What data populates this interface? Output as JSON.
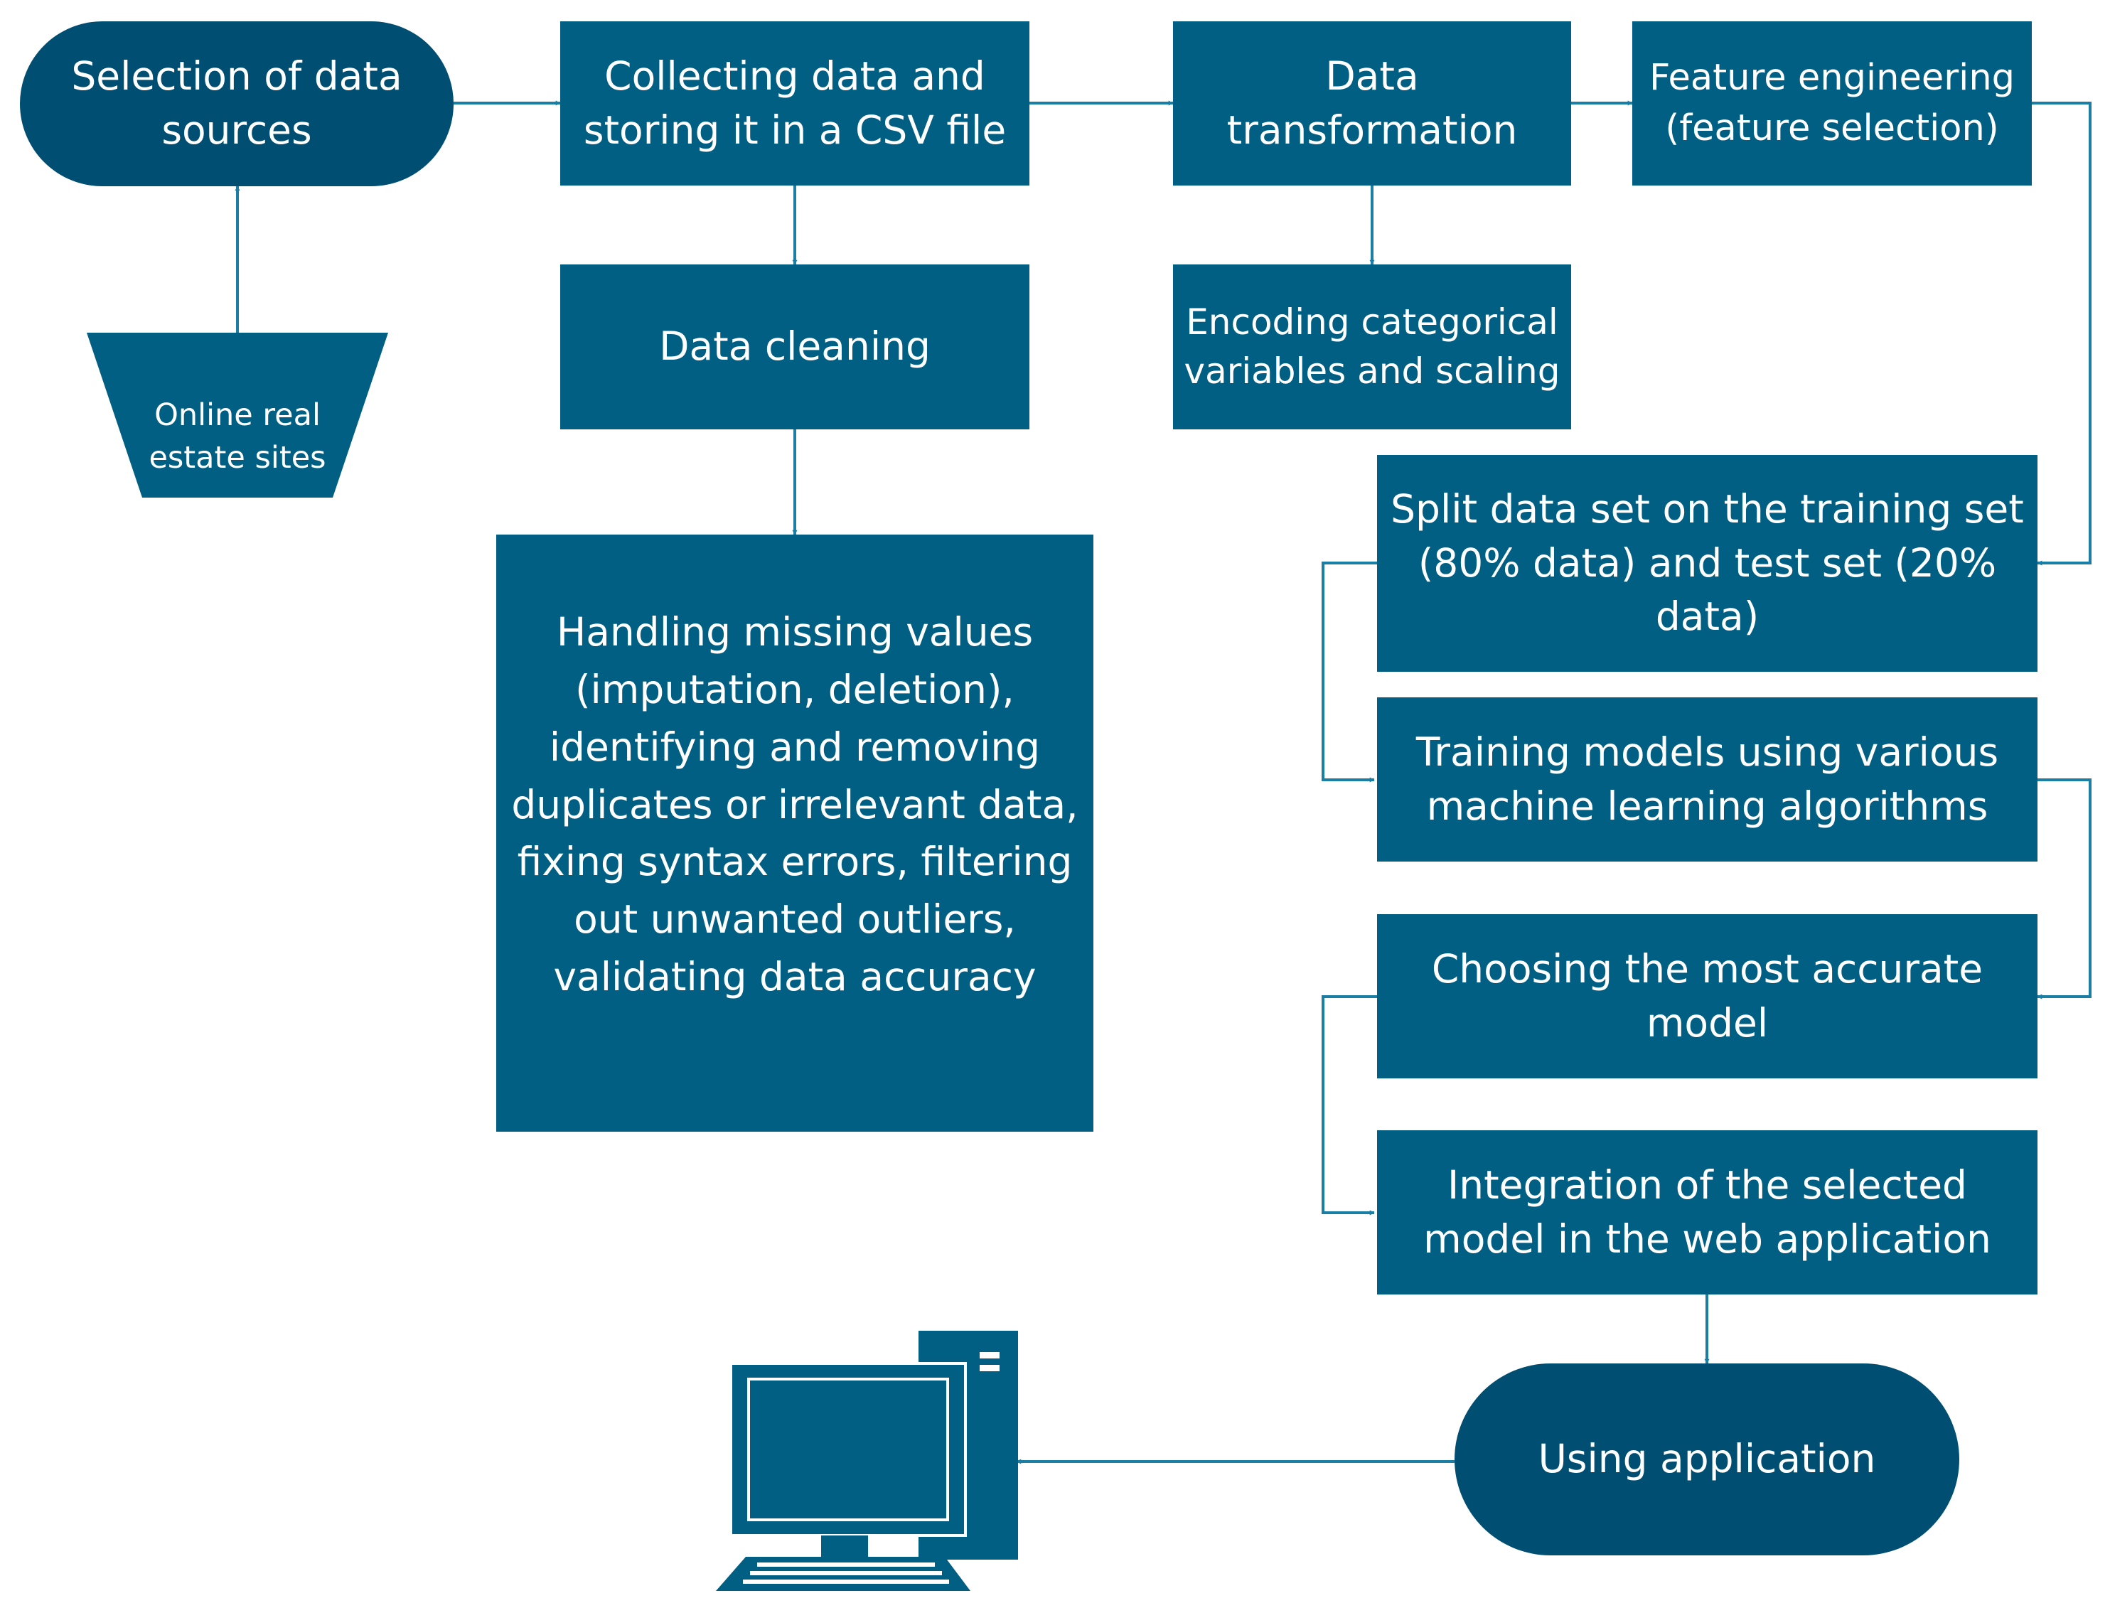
{
  "colors": {
    "box": "#005f83",
    "pill": "#004e72",
    "line": "#1b7ea5",
    "text": "#ffffff"
  },
  "nodes": {
    "selection": "Selection of data\nsources",
    "online_sites": "Online real\nestate sites",
    "collecting": "Collecting data and\nstoring it in a CSV file",
    "data_transformation": "Data\ntransformation",
    "feature_engineering": "Feature engineering\n(feature selection)",
    "data_cleaning": "Data cleaning",
    "encoding": "Encoding categorical\nvariables and scaling",
    "cleaning_details": "Handling missing values\n(imputation, deletion),\nidentifying and removing\nduplicates or irrelevant data,\nfixing syntax errors, filtering\nout unwanted outliers,\nvalidating data accuracy",
    "split": "Split data set on the training set\n(80% data) and test set (20%\ndata)",
    "training": "Training models using various\nmachine learning algorithms",
    "choosing": "Choosing the most accurate\nmodel",
    "integration": "Integration of the selected\nmodel in the web application",
    "using_app": "Using application"
  },
  "icons": {
    "computer": "desktop-computer-icon"
  }
}
